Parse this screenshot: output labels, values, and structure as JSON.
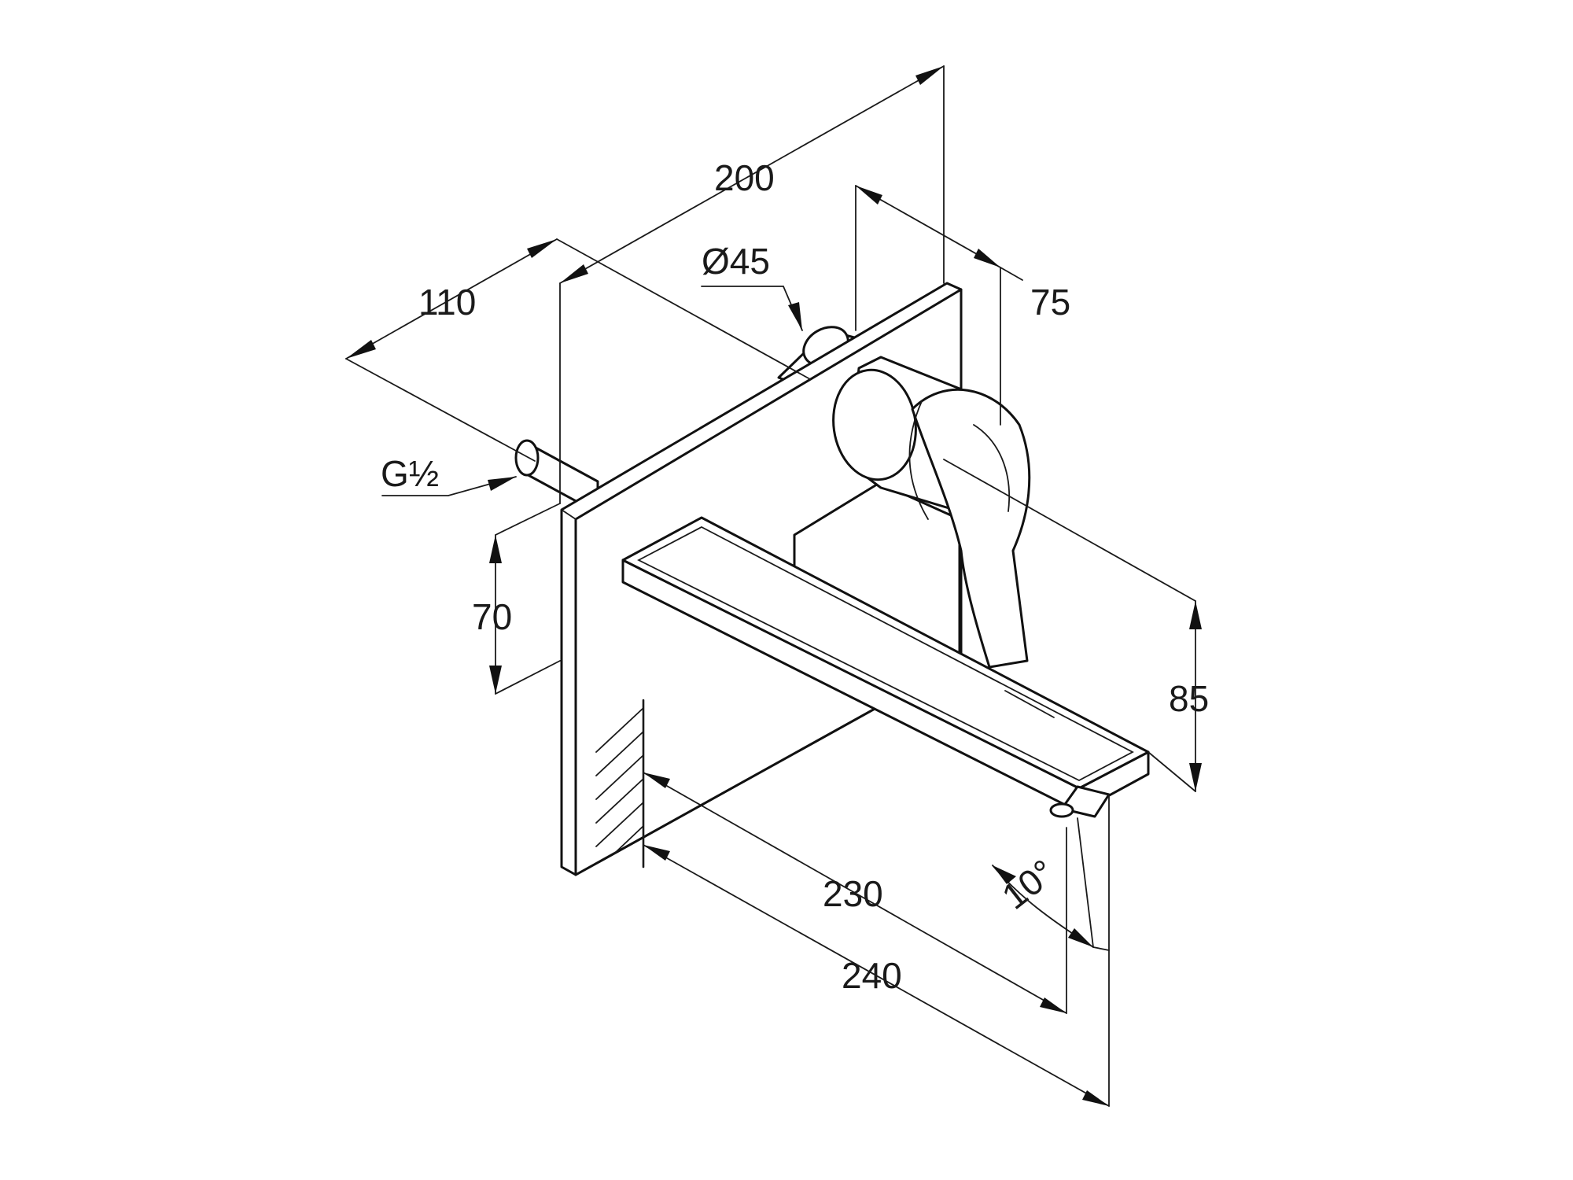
{
  "drawing": {
    "dimensions": {
      "width_total": "200",
      "depth_left": "110",
      "rosette_diameter": "Ø45",
      "handle_offset": "75",
      "thread": "G½",
      "plate_height": "70",
      "spout_height": "85",
      "spout_reach": "230",
      "overall_reach": "240",
      "spout_angle": "10°"
    },
    "colors": {
      "line": "#1a1a1a",
      "background": "#ffffff"
    }
  }
}
